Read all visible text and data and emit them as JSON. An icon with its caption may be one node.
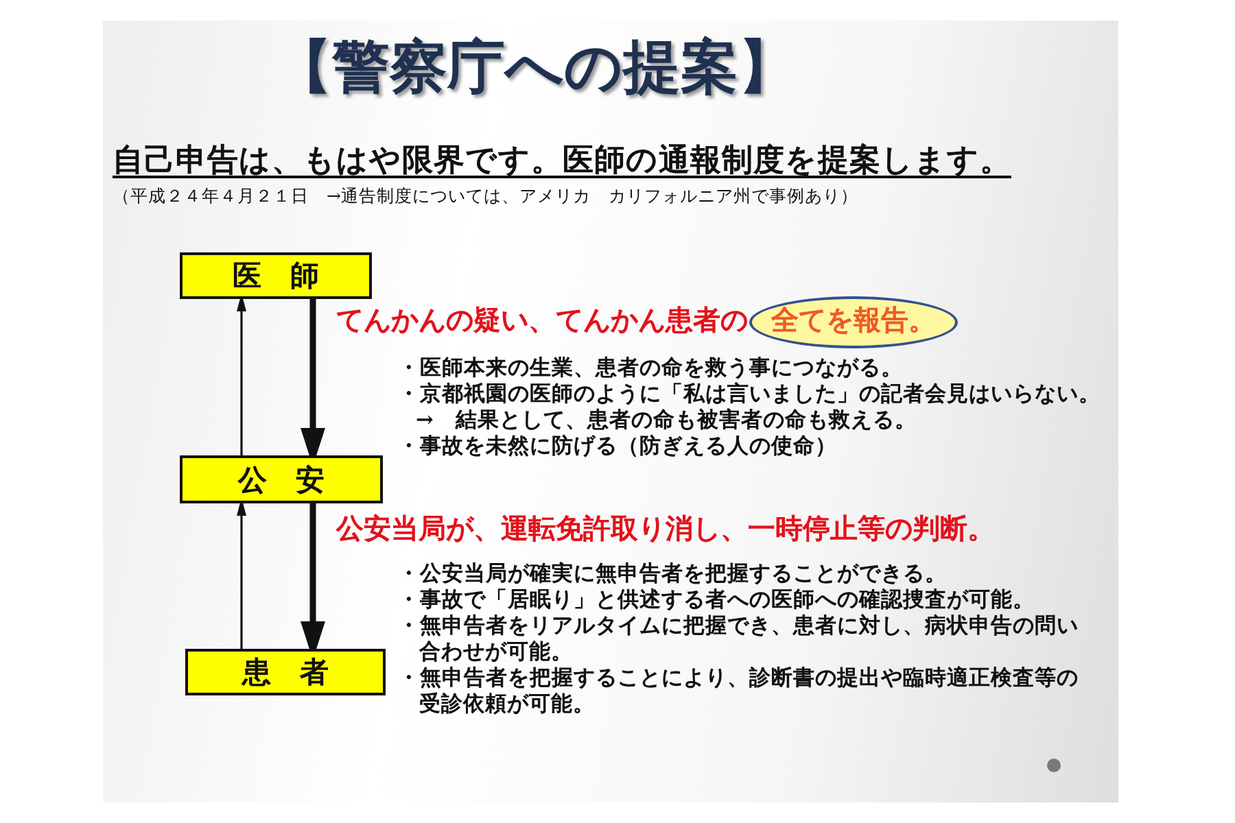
{
  "diagram": {
    "title": "【警察庁への提案】",
    "nodes": [
      {
        "text": [
          "医　師"
        ]
      },
      {
        "text": [
          "全てを報告。"
        ]
      },
      {
        "text": [
          "公　安"
        ]
      },
      {
        "text": [
          "患　者"
        ]
      }
    ],
    "edges": [
      {
        "from": 0,
        "to": 2,
        "arrow": "to",
        "style": "thick"
      },
      {
        "from": 2,
        "to": 0,
        "arrow": "to"
      },
      {
        "from": 2,
        "to": 3,
        "arrow": "to",
        "style": "thick"
      },
      {
        "from": 3,
        "to": 2,
        "arrow": "to"
      }
    ],
    "labels": [
      "自己申告は、もはや限界です。医師の通報制度を提案します。",
      "（平成２４年４月２１日　→通告制度については、アメリカ　カリフォルニア州で事例あり）",
      "てんかんの疑い、てんかん患者の",
      "・医師本来の生業、患者の命を救う事につながる。",
      "・京都祇園の医師のように「私は言いました」の記者会見はいらない。",
      "→　結果として、患者の命も被害者の命も救える。",
      "・事故を未然に防げる（防ぎえる人の使命）",
      "公安当局が、運転免許取り消し、一時停止等の判断。",
      "・公安当局が確実に無申告者を把握することができる。",
      "・事故で「居眠り」と供述する者への医師への確認捜査が可能。",
      "・無申告者をリアルタイムに把握でき、患者に対し、病状申告の問い合わせが可能。",
      "・無申告者を把握することにより、診断書の提出や臨時適正検査等の受診依頼が可能。"
    ]
  }
}
